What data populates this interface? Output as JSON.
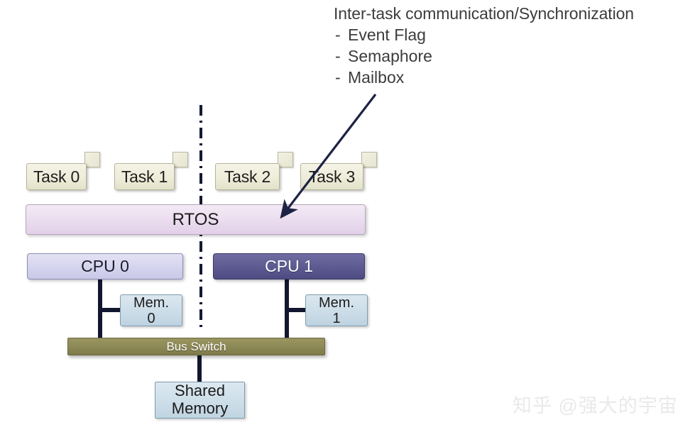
{
  "annotation": {
    "title": "Inter-task communication/Synchronization",
    "dash": "-",
    "items": [
      {
        "label": "Event Flag"
      },
      {
        "label": "Semaphore"
      },
      {
        "label": "Mailbox"
      }
    ]
  },
  "diagram": {
    "tasks": [
      {
        "label": "Task 0"
      },
      {
        "label": "Task 1"
      },
      {
        "label": "Task 2"
      },
      {
        "label": "Task 3"
      }
    ],
    "rtos": {
      "label": "RTOS"
    },
    "cpus": [
      {
        "label": "CPU 0"
      },
      {
        "label": "CPU 1"
      }
    ],
    "memories": [
      {
        "line1": "Mem.",
        "line2": "0"
      },
      {
        "line1": "Mem.",
        "line2": "1"
      }
    ],
    "bus_switch": {
      "label": "Bus Switch"
    },
    "shared_memory": {
      "line1": "Shared",
      "line2": "Memory"
    }
  },
  "watermark": {
    "text": "知乎 @强大的宇宙"
  },
  "colors": {
    "task_fill": "#eeedda",
    "rtos_fill": "#ecdff0",
    "cpu0_fill": "#d6d5ee",
    "cpu1_fill": "#5f5d93",
    "mem_fill": "#ccdde8",
    "bus_fill": "#8e8a57",
    "shared_fill": "#cddee9",
    "connector": "#12162e",
    "arrow": "#1d2344",
    "divider": "#131a33",
    "text": "#3c3c3c"
  }
}
